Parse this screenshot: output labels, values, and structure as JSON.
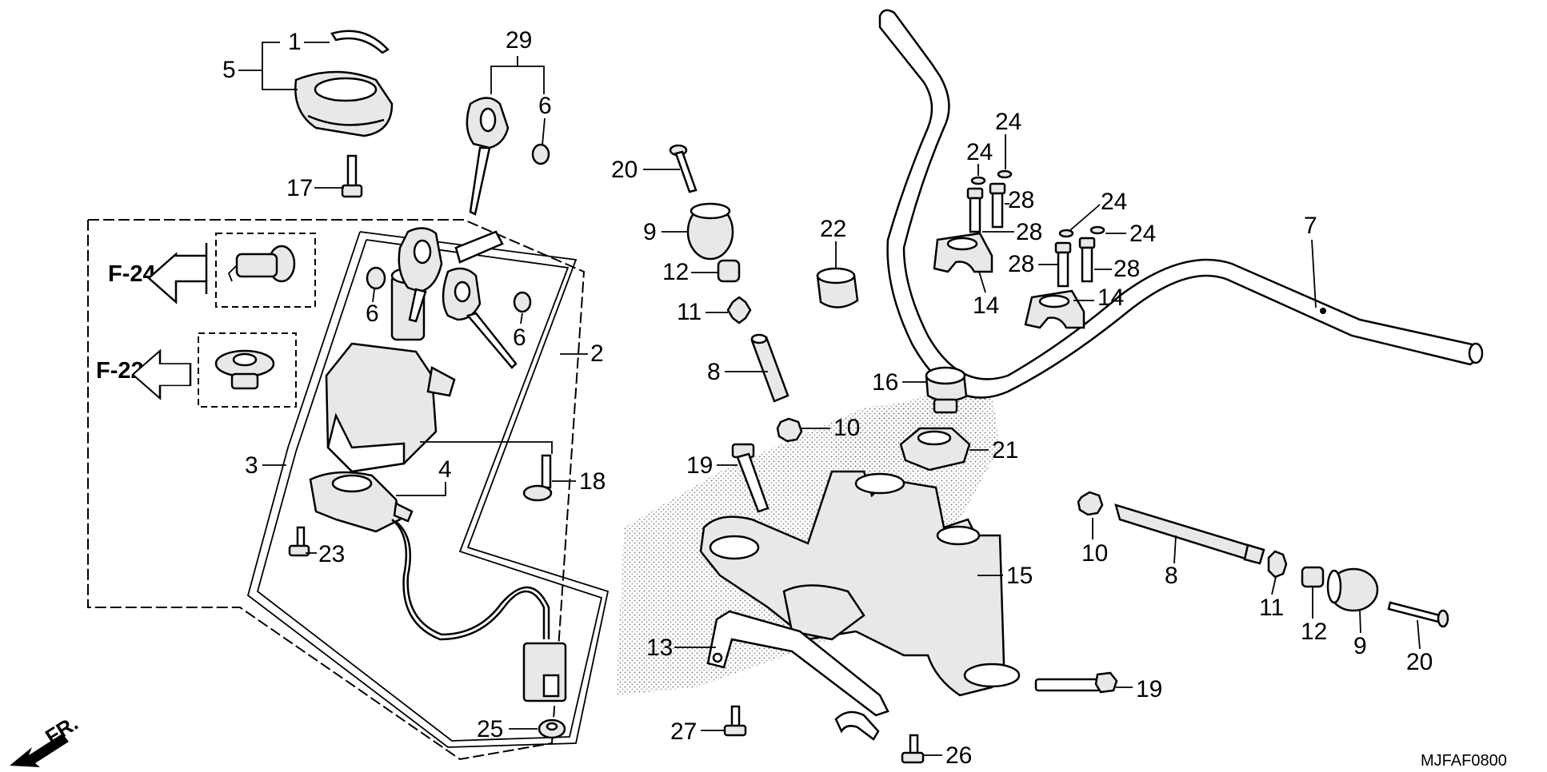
{
  "diagram": {
    "part_numbers": {
      "p1": "1",
      "p2": "2",
      "p3": "3",
      "p4": "4",
      "p5": "5",
      "p6a": "6",
      "p6b": "6",
      "p6c": "6",
      "p7": "7",
      "p8a": "8",
      "p8b": "8",
      "p9a": "9",
      "p9b": "9",
      "p10a": "10",
      "p10b": "10",
      "p11a": "11",
      "p11b": "11",
      "p12a": "12",
      "p12b": "12",
      "p13": "13",
      "p14a": "14",
      "p14b": "14",
      "p15": "15",
      "p16": "16",
      "p17": "17",
      "p18": "18",
      "p19a": "19",
      "p19b": "19",
      "p20a": "20",
      "p20b": "20",
      "p21": "21",
      "p22": "22",
      "p23": "23",
      "p24a": "24",
      "p24b": "24",
      "p24c": "24",
      "p24d": "24",
      "p25": "25",
      "p26": "26",
      "p27": "27",
      "p28a": "28",
      "p28b": "28",
      "p28c": "28",
      "p28d": "28",
      "p29": "29"
    },
    "references": {
      "f24": "F-24",
      "f22": "F-22"
    },
    "front_label": "FR.",
    "diagram_code": "MJFAF0800"
  }
}
